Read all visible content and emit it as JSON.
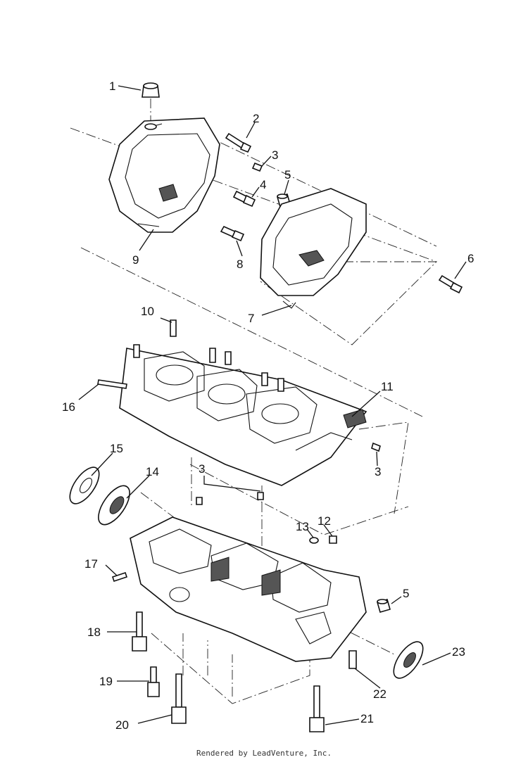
{
  "callouts": {
    "c1": "1",
    "c2": "2",
    "c3a": "3",
    "c4": "4",
    "c5a": "5",
    "c6": "6",
    "c7": "7",
    "c8": "8",
    "c9": "9",
    "c10": "10",
    "c11": "11",
    "c16": "16",
    "c3b": "3",
    "c3c": "3",
    "c15": "15",
    "c14": "14",
    "c13": "13",
    "c12": "12",
    "c17": "17",
    "c5b": "5",
    "c18": "18",
    "c23": "23",
    "c19": "19",
    "c22": "22",
    "c20": "20",
    "c21": "21"
  },
  "footer": {
    "credit": "Rendered by LeadVenture, Inc."
  }
}
